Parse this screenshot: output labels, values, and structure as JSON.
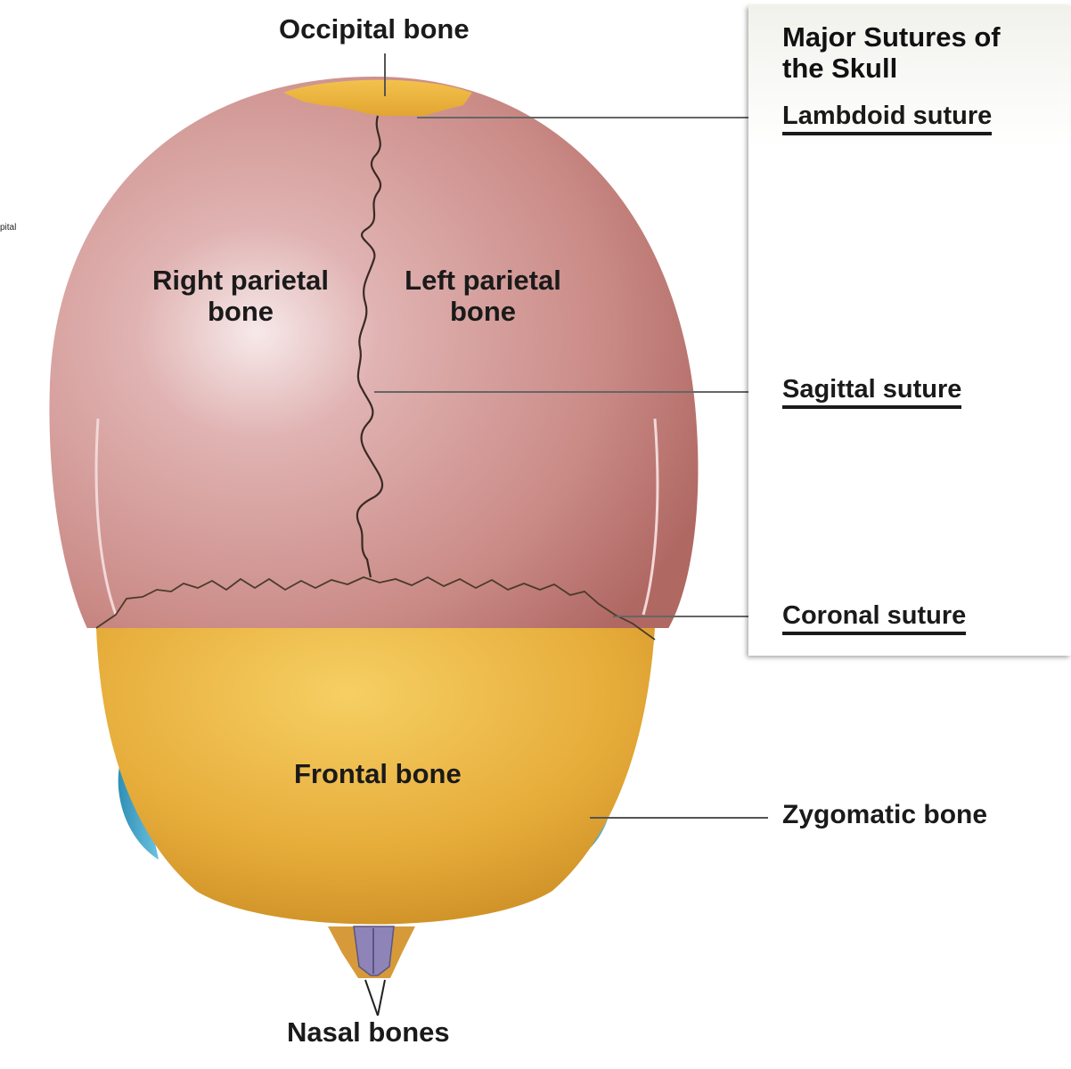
{
  "panel": {
    "title_line1": "Major Sutures of",
    "title_line2": "the Skull",
    "sutures": [
      "Lambdoid suture",
      "Sagittal suture",
      "Coronal suture"
    ]
  },
  "labels": {
    "occipital": "Occipital bone",
    "right_parietal_line1": "Right parietal",
    "right_parietal_line2": "bone",
    "left_parietal_line1": "Left parietal",
    "left_parietal_line2": "bone",
    "frontal": "Frontal bone",
    "zygomatic": "Zygomatic bone",
    "nasal": "Nasal bones",
    "cut_off": "pital"
  },
  "colors": {
    "parietal": "#c98a86",
    "occipital_frontal": "#e9b43e",
    "zygomatic": "#4aa7c9",
    "nasal": "#8e84b8"
  }
}
